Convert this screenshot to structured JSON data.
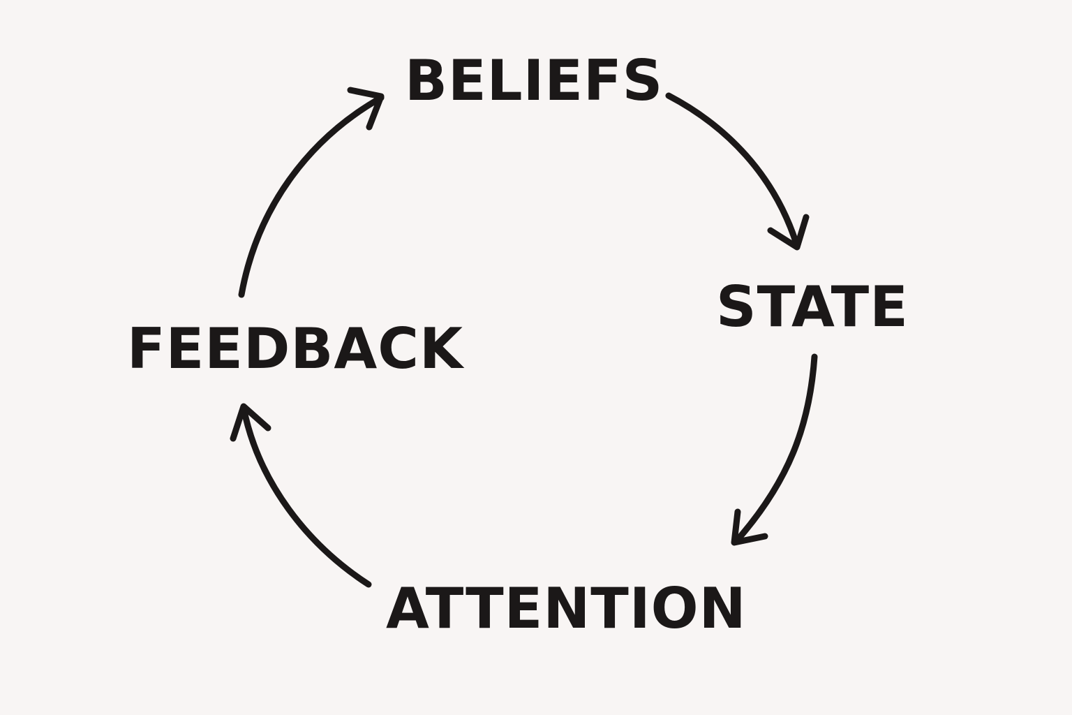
{
  "diagram": {
    "type": "cycle",
    "nodes": [
      {
        "id": "beliefs",
        "label": "BELIEFS"
      },
      {
        "id": "state",
        "label": "STATE"
      },
      {
        "id": "attention",
        "label": "ATTENTION"
      },
      {
        "id": "feedback",
        "label": "FEEDBACK"
      }
    ],
    "edges": [
      {
        "from": "beliefs",
        "to": "state"
      },
      {
        "from": "state",
        "to": "attention"
      },
      {
        "from": "attention",
        "to": "feedback"
      },
      {
        "from": "feedback",
        "to": "beliefs"
      }
    ]
  },
  "colors": {
    "background": "#f8f5f4",
    "ink": "#1b1818"
  }
}
